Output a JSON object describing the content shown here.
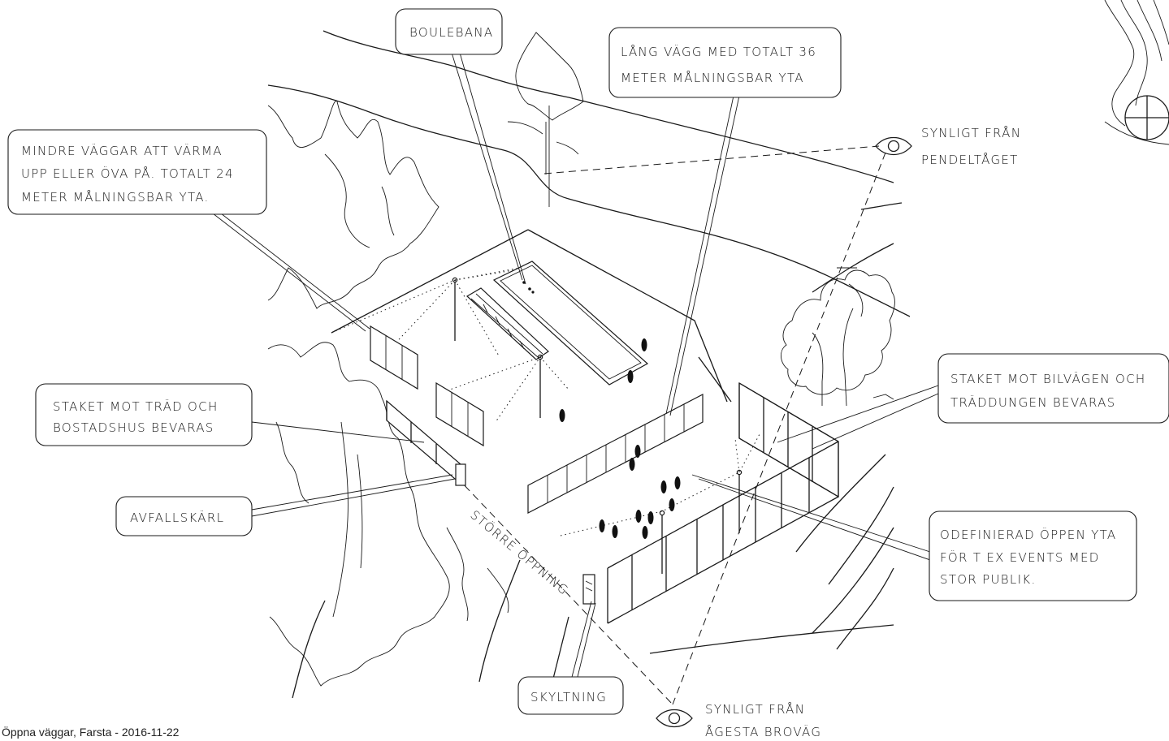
{
  "labels": {
    "boulebana": "BOULEBANA",
    "long_wall_1": "LÅNG VÄGG MED TOTALT 36",
    "long_wall_2": "METER MÅLNINGSBAR YTA",
    "small_walls_1": "MINDRE VÄGGAR ATT VÄRMA",
    "small_walls_2": "UPP ELLER ÖVA PÅ. TOTALT 24",
    "small_walls_3": "METER MÅLNINGSBAR YTA.",
    "visible_train_1": "SYNLIGT FRÅN",
    "visible_train_2": "PENDELTÅGET",
    "fence_trees_1": "STAKET MOT TRÄD OCH",
    "fence_trees_2": "BOSTADSHUS BEVARAS",
    "fence_road_1": "STAKET MOT BILVÄGEN OCH",
    "fence_road_2": "TRÄDDUNGEN BEVARAS",
    "waste_bin": "AVFALLSKÄRL",
    "open_area_1": "ODEFINIERAD ÖPPEN YTA",
    "open_area_2": "FÖR T EX EVENTS MED",
    "open_area_3": "STOR PUBLIK.",
    "bigger_opening": "STÖRRE ÖPPNING",
    "signage": "SKYLTNING",
    "visible_road_1": "SYNLIGT FRÅN",
    "visible_road_2": "ÅGESTA BROVÄG"
  },
  "footer": {
    "caption": "Öppna väggar, Farsta - 2016-11-22"
  },
  "colors": {
    "ink": "#1a1a1a",
    "background": "#ffffff"
  },
  "icons": {
    "viewpoint": "eye-icon",
    "north_arrow": "north-arrow-icon"
  }
}
